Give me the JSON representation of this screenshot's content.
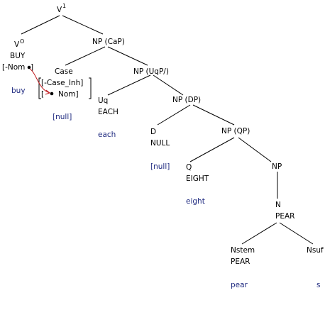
{
  "nodes": {
    "v1": {
      "label": "V",
      "sup": "1"
    },
    "v0": {
      "label": "V",
      "sup": "O",
      "head": "BUY",
      "feature": "[-Nom",
      "word": "buy"
    },
    "np_cap": {
      "label": "NP (CaP)"
    },
    "case": {
      "label": "Case",
      "feature_line1": "[-Case_Inh]",
      "feature_line2": "[",
      "feature_line2b": "Nom]",
      "word": "[null]"
    },
    "np_uqp": {
      "label": "NP (UqP/)"
    },
    "uq": {
      "label": "Uq",
      "head": "EACH",
      "word": "each"
    },
    "np_dp": {
      "label": "NP (DP)"
    },
    "d": {
      "label": "D",
      "head": "NULL",
      "word": "[null]"
    },
    "np_qp": {
      "label": "NP (QP)"
    },
    "q": {
      "label": "Q",
      "head": "EIGHT",
      "word": "eight"
    },
    "np": {
      "label": "NP"
    },
    "n": {
      "label": "N",
      "head": "PEAR"
    },
    "nstem": {
      "label": "Nstem",
      "head": "PEAR",
      "word": "pear"
    },
    "nsuf": {
      "label": "Nsuf",
      "word": "s"
    }
  },
  "colors": {
    "text": "#000000",
    "word": "#1f2a80",
    "arrow": "#c0181c"
  }
}
